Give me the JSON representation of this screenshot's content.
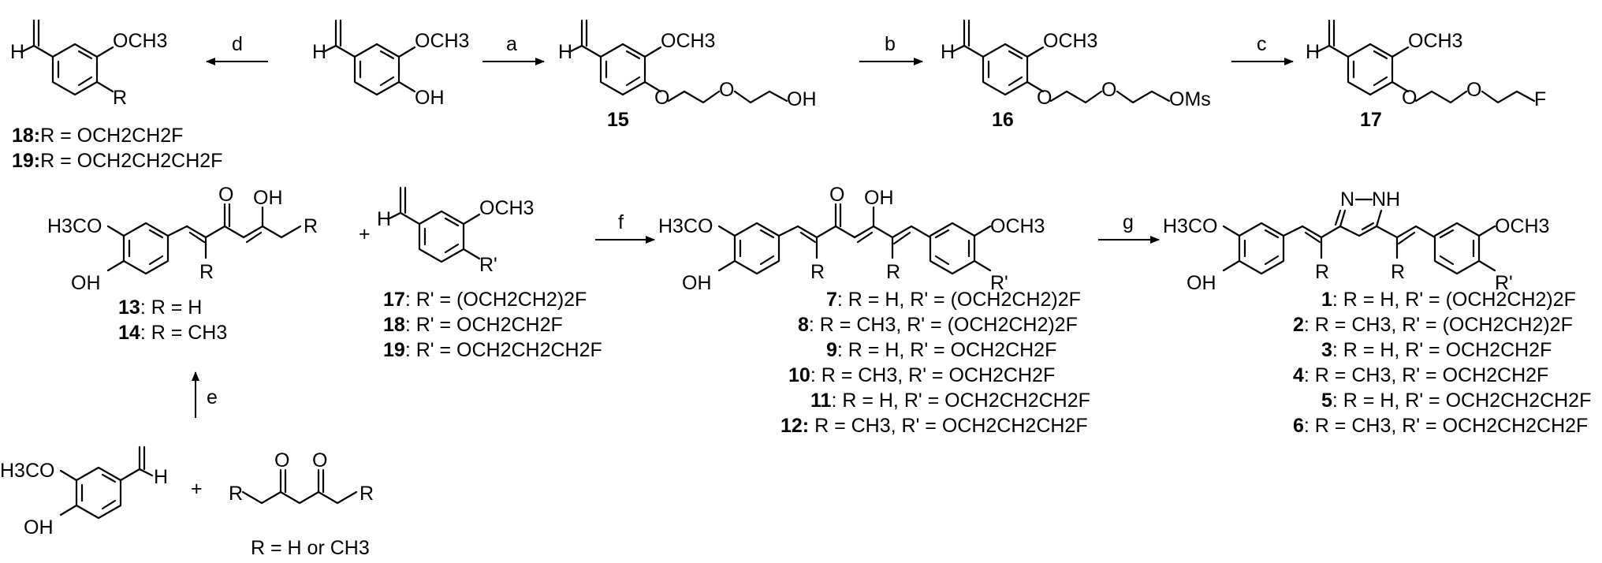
{
  "reagents": {
    "a": "a",
    "b": "b",
    "c": "c",
    "d": "d",
    "e": "e",
    "f": "f",
    "g": "g"
  },
  "atoms": {
    "h": "H",
    "o": "O",
    "oh": "OH",
    "och3": "OCH3",
    "h3co": "H3CO",
    "f": "F",
    "oms": "OMs",
    "r": "R",
    "r_prime": "R'",
    "nh": "NH",
    "n": "N",
    "plus": "+"
  },
  "compounds": {
    "c15": "15",
    "c16": "16",
    "c17": "17",
    "c18_top": "18:",
    "c18_top_text": "R = OCH2CH2F",
    "c19_top": "19:",
    "c19_top_text": "R = OCH2CH2CH2F",
    "c13": "13",
    "c13_text": ": R = H",
    "c14": "14",
    "c14_text": ": R = CH3",
    "c17_mid": "17",
    "c17_mid_text": ": R' = (OCH2CH2)2F",
    "c18_mid": "18",
    "c18_mid_text": ": R' = OCH2CH2F",
    "c19_mid": "19",
    "c19_mid_text": ": R' = OCH2CH2CH2F",
    "diketone_note": "R = H or CH3"
  },
  "list_7_12": [
    {
      "num": "7",
      "text": ": R = H, R' = (OCH2CH2)2F"
    },
    {
      "num": "8",
      "text": ": R = CH3, R' = (OCH2CH2)2F"
    },
    {
      "num": "9",
      "text": ": R = H, R' = OCH2CH2F"
    },
    {
      "num": "10",
      "text": ": R = CH3, R' = OCH2CH2F"
    },
    {
      "num": "11",
      "text": ": R = H, R' = OCH2CH2CH2F"
    },
    {
      "num": "12:",
      "text": " R = CH3, R' = OCH2CH2CH2F"
    }
  ],
  "list_1_6": [
    {
      "num": "1",
      "text": ": R = H, R' = (OCH2CH2)2F"
    },
    {
      "num": "2",
      "text": ": R = CH3, R' = (OCH2CH2)2F"
    },
    {
      "num": "3",
      "text": ": R = H, R' = OCH2CH2F"
    },
    {
      "num": "4",
      "text": ": R = CH3, R' = OCH2CH2F"
    },
    {
      "num": "5",
      "text": ": R = H, R' = OCH2CH2CH2F"
    },
    {
      "num": "6",
      "text": ": R = CH3, R' = OCH2CH2CH2F"
    }
  ]
}
